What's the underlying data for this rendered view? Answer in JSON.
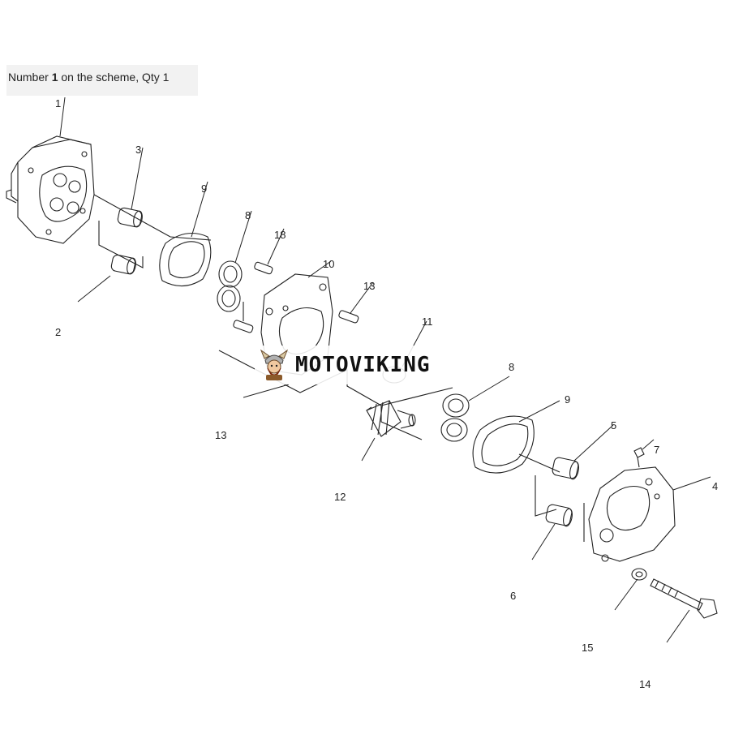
{
  "caption": {
    "prefix": "Number ",
    "number": "1",
    "suffix": " on the scheme, Qty 1"
  },
  "logo": {
    "text": "MOTOVIKING",
    "icon": "viking-mascot-icon"
  },
  "callouts": [
    {
      "id": "1",
      "label": "1"
    },
    {
      "id": "2",
      "label": "2"
    },
    {
      "id": "3",
      "label": "3"
    },
    {
      "id": "9a",
      "label": "9"
    },
    {
      "id": "8a",
      "label": "8"
    },
    {
      "id": "18",
      "label": "18"
    },
    {
      "id": "10",
      "label": "10"
    },
    {
      "id": "13a",
      "label": "13"
    },
    {
      "id": "11",
      "label": "11"
    },
    {
      "id": "13b",
      "label": "13"
    },
    {
      "id": "8b",
      "label": "8"
    },
    {
      "id": "9b",
      "label": "9"
    },
    {
      "id": "12",
      "label": "12"
    },
    {
      "id": "5",
      "label": "5"
    },
    {
      "id": "7",
      "label": "7"
    },
    {
      "id": "4",
      "label": "4"
    },
    {
      "id": "6",
      "label": "6"
    },
    {
      "id": "15",
      "label": "15"
    },
    {
      "id": "14",
      "label": "14"
    }
  ]
}
